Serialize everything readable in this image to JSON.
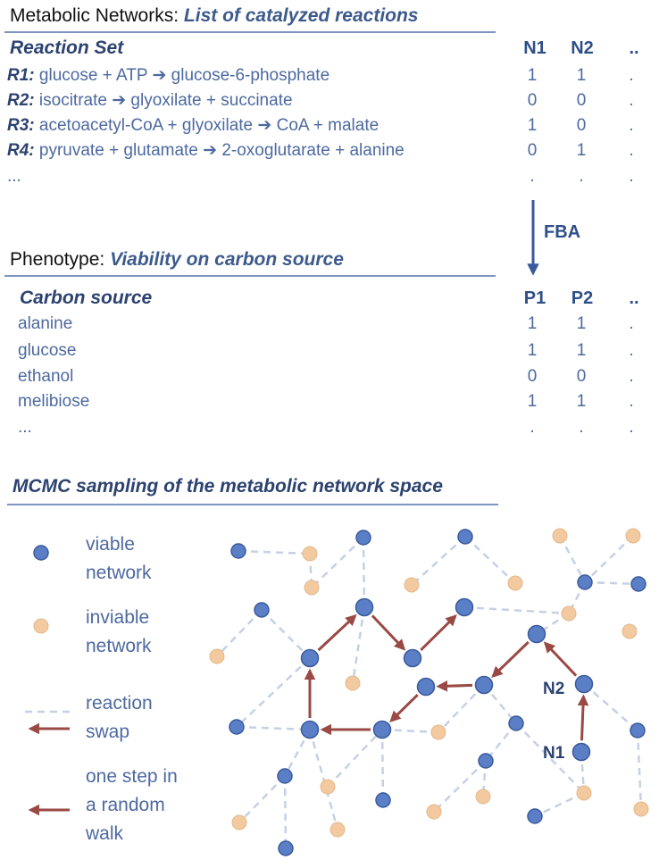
{
  "reactions_section": {
    "heading_prefix": "Metabolic Networks: ",
    "heading_emphasis": "List of catalyzed reactions",
    "column_title": "Reaction Set",
    "columns": [
      "N1",
      "N2",
      ".."
    ],
    "rows": [
      {
        "id": "R1:",
        "text": " glucose + ATP ➔  glucose-6-phosphate",
        "values": [
          "1",
          "1",
          "."
        ]
      },
      {
        "id": "R2:",
        "text": " isocitrate ➔ glyoxilate + succinate",
        "values": [
          "0",
          "0",
          "."
        ]
      },
      {
        "id": "R3:",
        "text": " acetoacetyl-CoA + glyoxilate ➔ CoA + malate",
        "values": [
          "1",
          "0",
          "."
        ]
      },
      {
        "id": "R4:",
        "text": " pyruvate + glutamate ➔ 2-oxoglutarate + alanine",
        "values": [
          "0",
          "1",
          "."
        ]
      }
    ],
    "ellipsis": "...",
    "ellipsis_values": [
      ".",
      ".",
      "."
    ]
  },
  "fba_arrow": {
    "label": "FBA"
  },
  "phenotype_section": {
    "heading_prefix": "Phenotype: ",
    "heading_emphasis": "Viability on carbon source",
    "column_title": "Carbon source",
    "columns": [
      "P1",
      "P2",
      ".."
    ],
    "rows": [
      {
        "name": "alanine",
        "values": [
          "1",
          "1",
          "."
        ]
      },
      {
        "name": "glucose",
        "values": [
          "1",
          "1",
          "."
        ]
      },
      {
        "name": "ethanol",
        "values": [
          "0",
          "0",
          "."
        ]
      },
      {
        "name": "melibiose",
        "values": [
          "1",
          "1",
          "."
        ]
      }
    ],
    "ellipsis": "...",
    "ellipsis_values": [
      ".",
      ".",
      "."
    ]
  },
  "mcmc_section": {
    "heading": "MCMC sampling of the metabolic network space",
    "legend": {
      "viable": [
        "viable",
        "network"
      ],
      "inviable": [
        "inviable",
        "network"
      ],
      "swap": [
        "reaction",
        "swap"
      ],
      "walk": [
        "one step in",
        "a random",
        "walk"
      ]
    },
    "node_labels": {
      "start": "N1",
      "next": "N2"
    },
    "colors": {
      "viable": "#5b7fc6",
      "inviable": "#f3caa0",
      "swap_edge": "#c6d0e4",
      "walk_arrow": "#9a4a44"
    }
  }
}
